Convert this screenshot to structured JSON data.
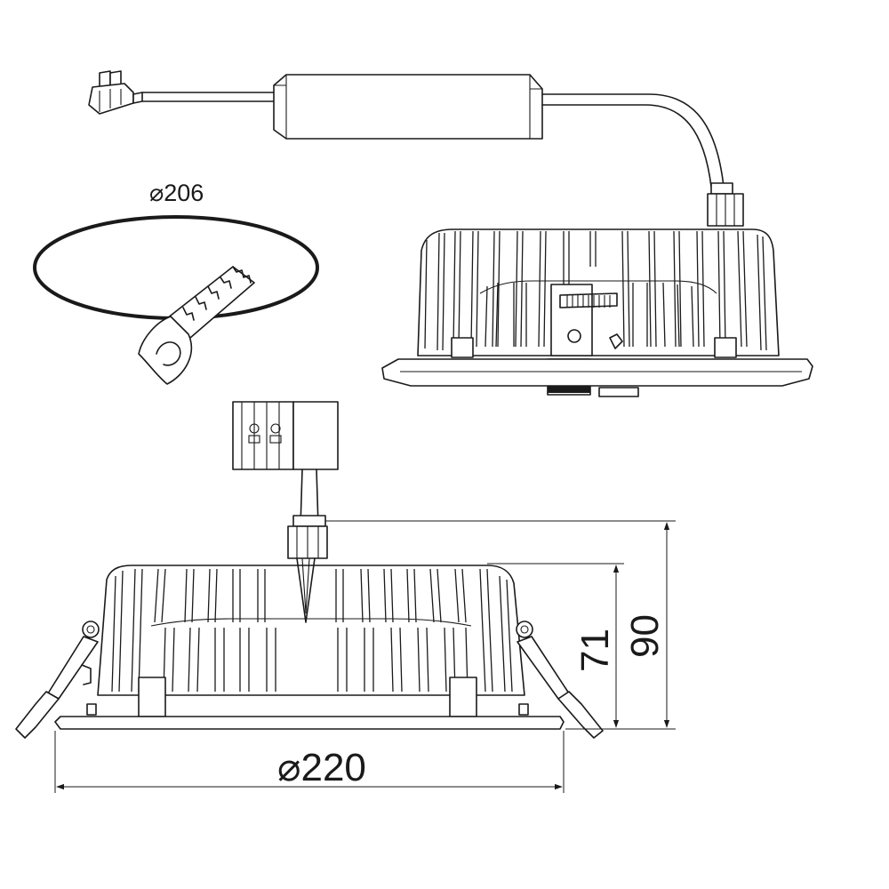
{
  "drawing": {
    "cutout_label": "⌀206",
    "diameter_label": "⌀220",
    "height_total_label": "90",
    "height_body_label": "71"
  }
}
